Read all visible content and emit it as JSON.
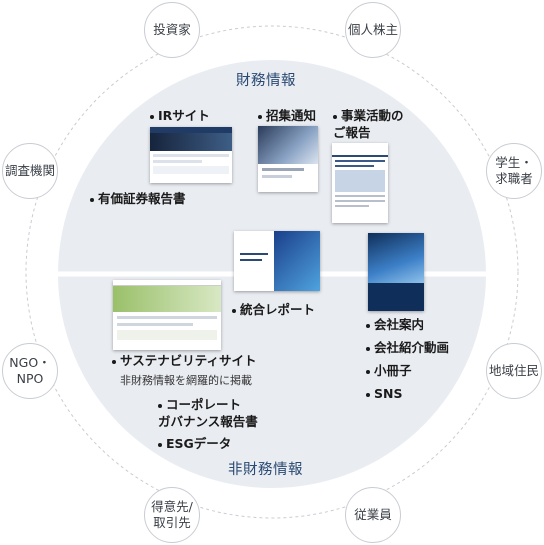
{
  "stakeholders": {
    "investors": "投資家",
    "individual_shareholders": "個人株主",
    "research_institutions": "調査機関",
    "students_job_seekers": "学生・\n求職者",
    "ngo_npo": "NGO・\nNPO",
    "local_residents": "地域住民",
    "customers_partners": "得意先/\n取引先",
    "employees": "従業員"
  },
  "sections": {
    "financial": "財務情報",
    "non_financial": "非財務情報"
  },
  "items": {
    "ir_site": "IRサイト",
    "notice_of_meeting": "招集通知",
    "business_report": "事業活動の\nご報告",
    "securities_report": "有価証券報告書",
    "integrated_report": "統合レポート",
    "sustainability_site": "サステナビリティサイト",
    "sustainability_site_note": "非財務情報を網羅的に掲載",
    "corporate_governance_report": "コーポレート\nガバナンス報告書",
    "esg_data": "ESGデータ",
    "company_profile": "会社案内",
    "company_video": "会社紹介動画",
    "booklet": "小冊子",
    "sns": "SNS"
  },
  "colors": {
    "inner_circle": "#e9ecf1",
    "dashed_ring": "#c8ccd2",
    "title_blue": "#2a4a73"
  },
  "icons": [
    "document-thumbnail",
    "website-thumbnail"
  ]
}
